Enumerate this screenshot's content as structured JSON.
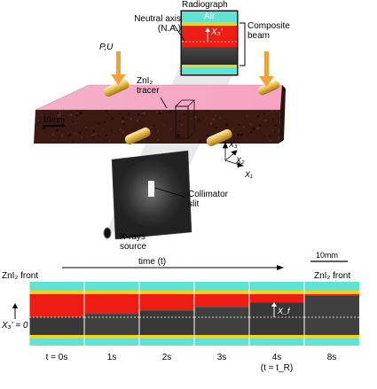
{
  "radiograph": {
    "title": "Radiograph",
    "air": "Air",
    "x3prime": "X₃'"
  },
  "labels": {
    "neutral_axis": "Neutral axis (N.A.)",
    "composite_beam": "Composite beam",
    "load": "P,U",
    "tracer": "ZnI₂ tracer",
    "scale_10mm": "10mm",
    "collimator": "Collimator slit",
    "xray_source": "X-rays source",
    "axis_x1": "X₁",
    "axis_x2": "X₂",
    "axis_x3": "X₃"
  },
  "timeline": {
    "time_label": "time (t)",
    "scale_10mm": "10mm",
    "front_left": "ZnI₂ front",
    "front_right": "ZnI₂ front",
    "x3prime_zero": "X₃' = 0",
    "xf": "X_f",
    "panels": [
      {
        "time": "t = 0s",
        "sub": "",
        "front": 0.0
      },
      {
        "time": "1s",
        "sub": "",
        "front": 0.15
      },
      {
        "time": "2s",
        "sub": "",
        "front": 0.3
      },
      {
        "time": "3s",
        "sub": "",
        "front": 0.45
      },
      {
        "time": "4s",
        "sub": "(t = t_R)",
        "front": 0.65
      },
      {
        "time": "8s",
        "sub": "",
        "front": 1.0
      }
    ]
  },
  "colors": {
    "air": "#5fe3d2",
    "red": "#ee1c12",
    "yellow": "#f2d21a",
    "dark": "#3a3a3a",
    "beam_pink": "#f5a9c7",
    "beam_dark": "#3b1a14",
    "roller": "#e2b440",
    "arrow": "#f2a13a"
  }
}
